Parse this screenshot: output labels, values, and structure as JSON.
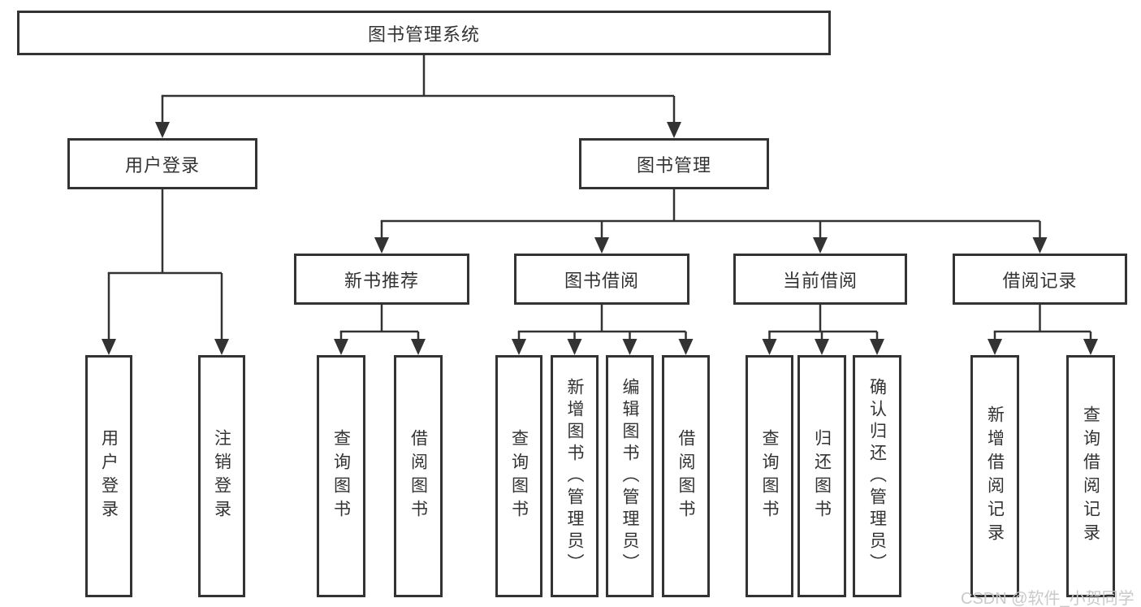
{
  "diagram_type": "hierarchy-tree",
  "colors": {
    "background": "#ffffff",
    "box_border": "#333333",
    "line": "#333333",
    "text": "#333333",
    "watermark": "#c9c9c9"
  },
  "nodes": {
    "root": {
      "label": "图书管理系统"
    },
    "user_login": {
      "label": "用户登录"
    },
    "book_mgmt": {
      "label": "图书管理"
    },
    "new_book_rec": {
      "label": "新书推荐"
    },
    "book_borrow": {
      "label": "图书借阅"
    },
    "current_borrow": {
      "label": "当前借阅"
    },
    "borrow_records": {
      "label": "借阅记录"
    },
    "ul_user_login": {
      "label": "用户登录"
    },
    "ul_logout": {
      "label": "注销登录"
    },
    "nbr_query_book": {
      "label": "查询图书"
    },
    "nbr_borrow_book": {
      "label": "借阅图书"
    },
    "bb_query_book": {
      "label": "查询图书"
    },
    "bb_add_book": {
      "label": "新增图书（管理员）"
    },
    "bb_edit_book": {
      "label": "编辑图书（管理员）"
    },
    "bb_borrow_book": {
      "label": "借阅图书"
    },
    "cb_query_book": {
      "label": "查询图书"
    },
    "cb_return_book": {
      "label": "归还图书"
    },
    "cb_confirm_return": {
      "label": "确认归还（管理员）"
    },
    "br_add_record": {
      "label": "新增借阅记录"
    },
    "br_query_record": {
      "label": "查询借阅记录"
    }
  },
  "hierarchy": {
    "图书管理系统": [
      "用户登录",
      "图书管理"
    ],
    "用户登录": [
      "用户登录",
      "注销登录"
    ],
    "图书管理": [
      "新书推荐",
      "图书借阅",
      "当前借阅",
      "借阅记录"
    ],
    "新书推荐": [
      "查询图书",
      "借阅图书"
    ],
    "图书借阅": [
      "查询图书",
      "新增图书（管理员）",
      "编辑图书（管理员）",
      "借阅图书"
    ],
    "当前借阅": [
      "查询图书",
      "归还图书",
      "确认归还（管理员）"
    ],
    "借阅记录": [
      "新增借阅记录",
      "查询借阅记录"
    ]
  },
  "watermark": {
    "text": "CSDN @软件_小贺同学"
  }
}
